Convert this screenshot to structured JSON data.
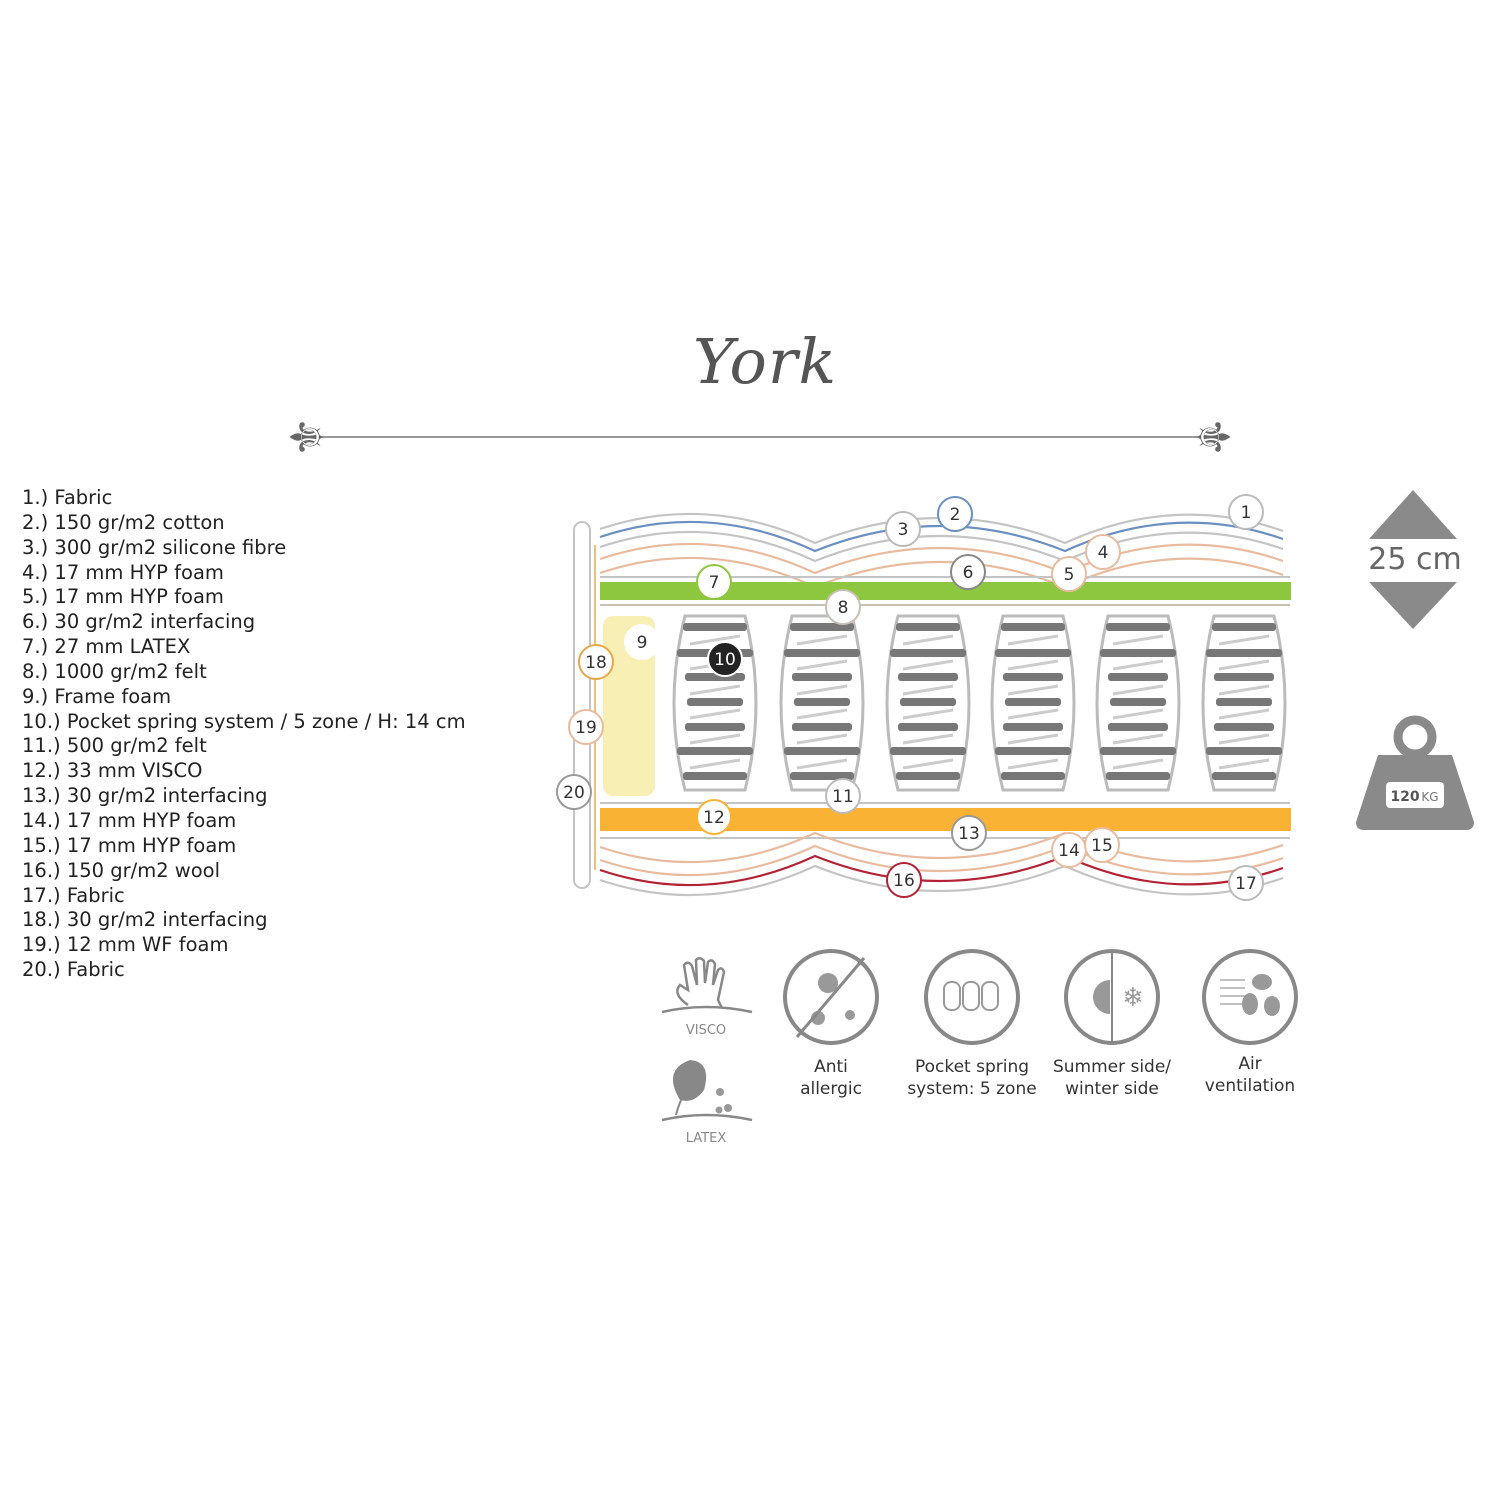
{
  "title": "York",
  "legend": [
    "1.) Fabric",
    "2.) 150 gr/m2 cotton",
    "3.) 300 gr/m2 silicone fibre",
    "4.) 17 mm HYP foam",
    "5.) 17 mm HYP foam",
    "6.) 30 gr/m2 interfacing",
    "7.) 27 mm LATEX",
    "8.) 1000 gr/m2 felt",
    "9.) Frame foam",
    "10.) Pocket spring system / 5 zone / H: 14 cm",
    "11.) 500 gr/m2 felt",
    "12.) 33 mm VISCO",
    "13.) 30 gr/m2 interfacing",
    "14.) 17 mm HYP foam",
    "15.) 17 mm HYP foam",
    "16.) 150 gr/m2 wool",
    "17.) Fabric",
    "18.) 30 gr/m2 interfacing",
    "19.) 12 mm WF foam",
    "20.) Fabric"
  ],
  "markers": [
    "1",
    "2",
    "3",
    "4",
    "5",
    "6",
    "7",
    "8",
    "9",
    "10",
    "11",
    "12",
    "13",
    "14",
    "15",
    "16",
    "17",
    "18",
    "19",
    "20"
  ],
  "height": "25 cm",
  "weight": {
    "value": "120",
    "unit": "KG"
  },
  "materials": {
    "visco": "VISCO",
    "latex": "LATEX"
  },
  "features": [
    {
      "line1": "Anti",
      "line2": "allergic",
      "icon": "anti-allergic-icon"
    },
    {
      "line1": "Pocket spring",
      "line2": "system: 5 zone",
      "icon": "pocket-spring-icon"
    },
    {
      "line1": "Summer side/",
      "line2": "winter side",
      "icon": "summer-winter-icon"
    },
    {
      "line1": "Air",
      "line2": "ventilation",
      "icon": "air-ventilation-icon"
    }
  ],
  "colors": {
    "latex": "#8dc63f",
    "visco": "#f9b233",
    "cotton": "#6a8fc0",
    "wool": "#b22234",
    "foam": "#e8bb9e",
    "frame": "#f8efb5",
    "grey": "#c4c4c4",
    "spring": "#777777"
  }
}
